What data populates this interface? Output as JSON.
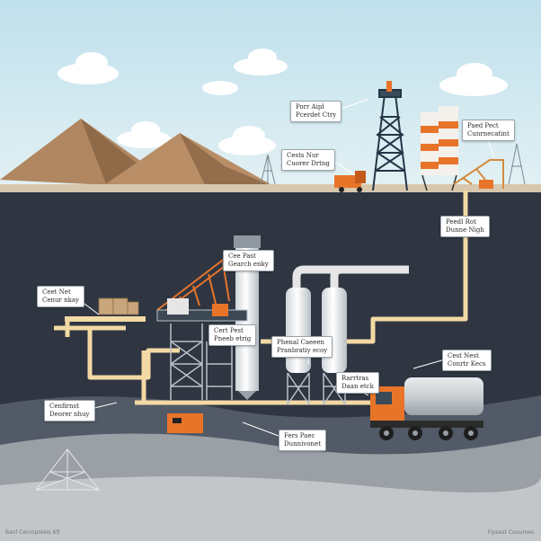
{
  "labels": [
    {
      "id": "top-center-label",
      "line1": "Porr Aipl",
      "line2": "Pcerdet Ctry"
    },
    {
      "id": "top-left-label",
      "line1": "Cests Nur",
      "line2": "Cuorer Drtng"
    },
    {
      "id": "top-right-label",
      "line1": "Paed Pect",
      "line2": "Cunrnecatint"
    },
    {
      "id": "right-pipe-label",
      "line1": "Peedl Rot",
      "line2": "Dunne Nigh"
    },
    {
      "id": "plant-top-label",
      "line1": "Cee Past",
      "line2": "Gearch enky"
    },
    {
      "id": "left-conveyor-label",
      "line1": "Ceet Net",
      "line2": "Cenur nkay"
    },
    {
      "id": "plant-mid-label",
      "line1": "Cert Pest",
      "line2": "Pneeb etrig"
    },
    {
      "id": "silo-label",
      "line1": "Phenal Caeeen",
      "line2": "Pranbratiy ecoy"
    },
    {
      "id": "truck-top-label",
      "line1": "Cest Nest",
      "line2": "Conrtr Kecs"
    },
    {
      "id": "truck-side-label",
      "line1": "Rarrtras",
      "line2": "Daan etck"
    },
    {
      "id": "left-bottom-label",
      "line1": "Cenfirnst",
      "line2": "Deorer nhuy"
    },
    {
      "id": "ground-label",
      "line1": "Fers Paec",
      "line2": "Dunnivonet"
    }
  ],
  "footer": {
    "left": "Banl Ceninpoteis 6ft",
    "right": "Flpsest Couumes"
  },
  "colors": {
    "sky": "#cfe6ef",
    "ground": "#2e3540",
    "pipe": "#f3d9a4",
    "orange": "#e8742a",
    "mountain": "#b48a62"
  }
}
